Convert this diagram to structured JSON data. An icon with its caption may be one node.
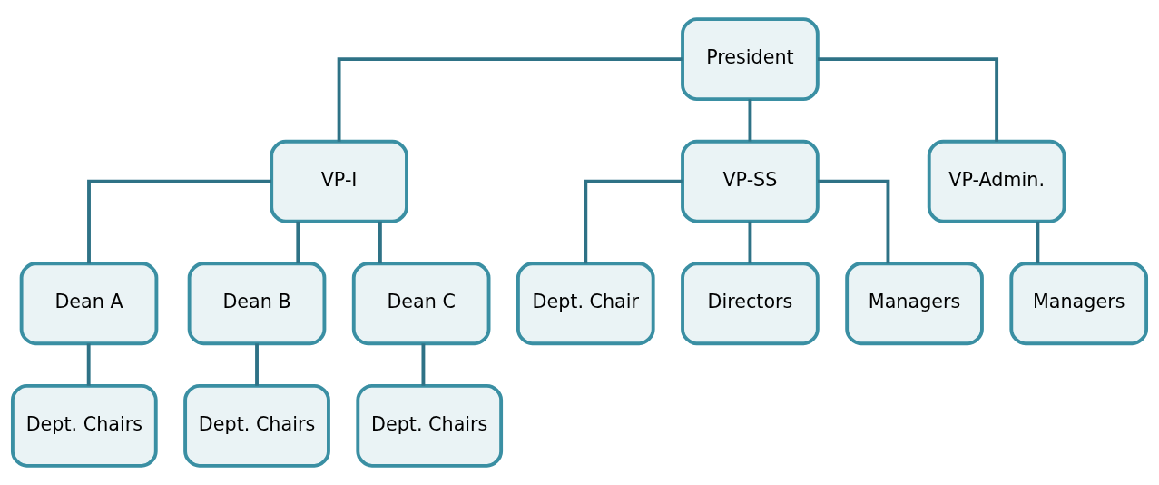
{
  "diagram": {
    "nodes": [
      {
        "text": [
          "President"
        ]
      },
      {
        "text": [
          "VP-I"
        ]
      },
      {
        "text": [
          "VP-SS"
        ]
      },
      {
        "text": [
          "VP-Admin."
        ]
      },
      {
        "text": [
          "Dean A"
        ]
      },
      {
        "text": [
          "Dean B"
        ]
      },
      {
        "text": [
          "Dean C"
        ]
      },
      {
        "text": [
          "Dept. Chair"
        ]
      },
      {
        "text": [
          "Directors"
        ]
      },
      {
        "text": [
          "Managers"
        ]
      },
      {
        "text": [
          "Managers"
        ]
      },
      {
        "text": [
          "Dept. Chairs"
        ]
      },
      {
        "text": [
          "Dept. Chairs"
        ]
      },
      {
        "text": [
          "Dept. Chairs"
        ]
      }
    ],
    "edges": [
      {
        "from": 0,
        "to": 1,
        "arrow": "none"
      },
      {
        "from": 0,
        "to": 2,
        "arrow": "none"
      },
      {
        "from": 0,
        "to": 3,
        "arrow": "none"
      },
      {
        "from": 1,
        "to": 4,
        "arrow": "none"
      },
      {
        "from": 1,
        "to": 5,
        "arrow": "none"
      },
      {
        "from": 1,
        "to": 6,
        "arrow": "none"
      },
      {
        "from": 2,
        "to": 7,
        "arrow": "none"
      },
      {
        "from": 2,
        "to": 8,
        "arrow": "none"
      },
      {
        "from": 2,
        "to": 9,
        "arrow": "none"
      },
      {
        "from": 3,
        "to": 10,
        "arrow": "none"
      },
      {
        "from": 4,
        "to": 11,
        "arrow": "none"
      },
      {
        "from": 5,
        "to": 12,
        "arrow": "none"
      },
      {
        "from": 6,
        "to": 13,
        "arrow": "none"
      }
    ]
  }
}
